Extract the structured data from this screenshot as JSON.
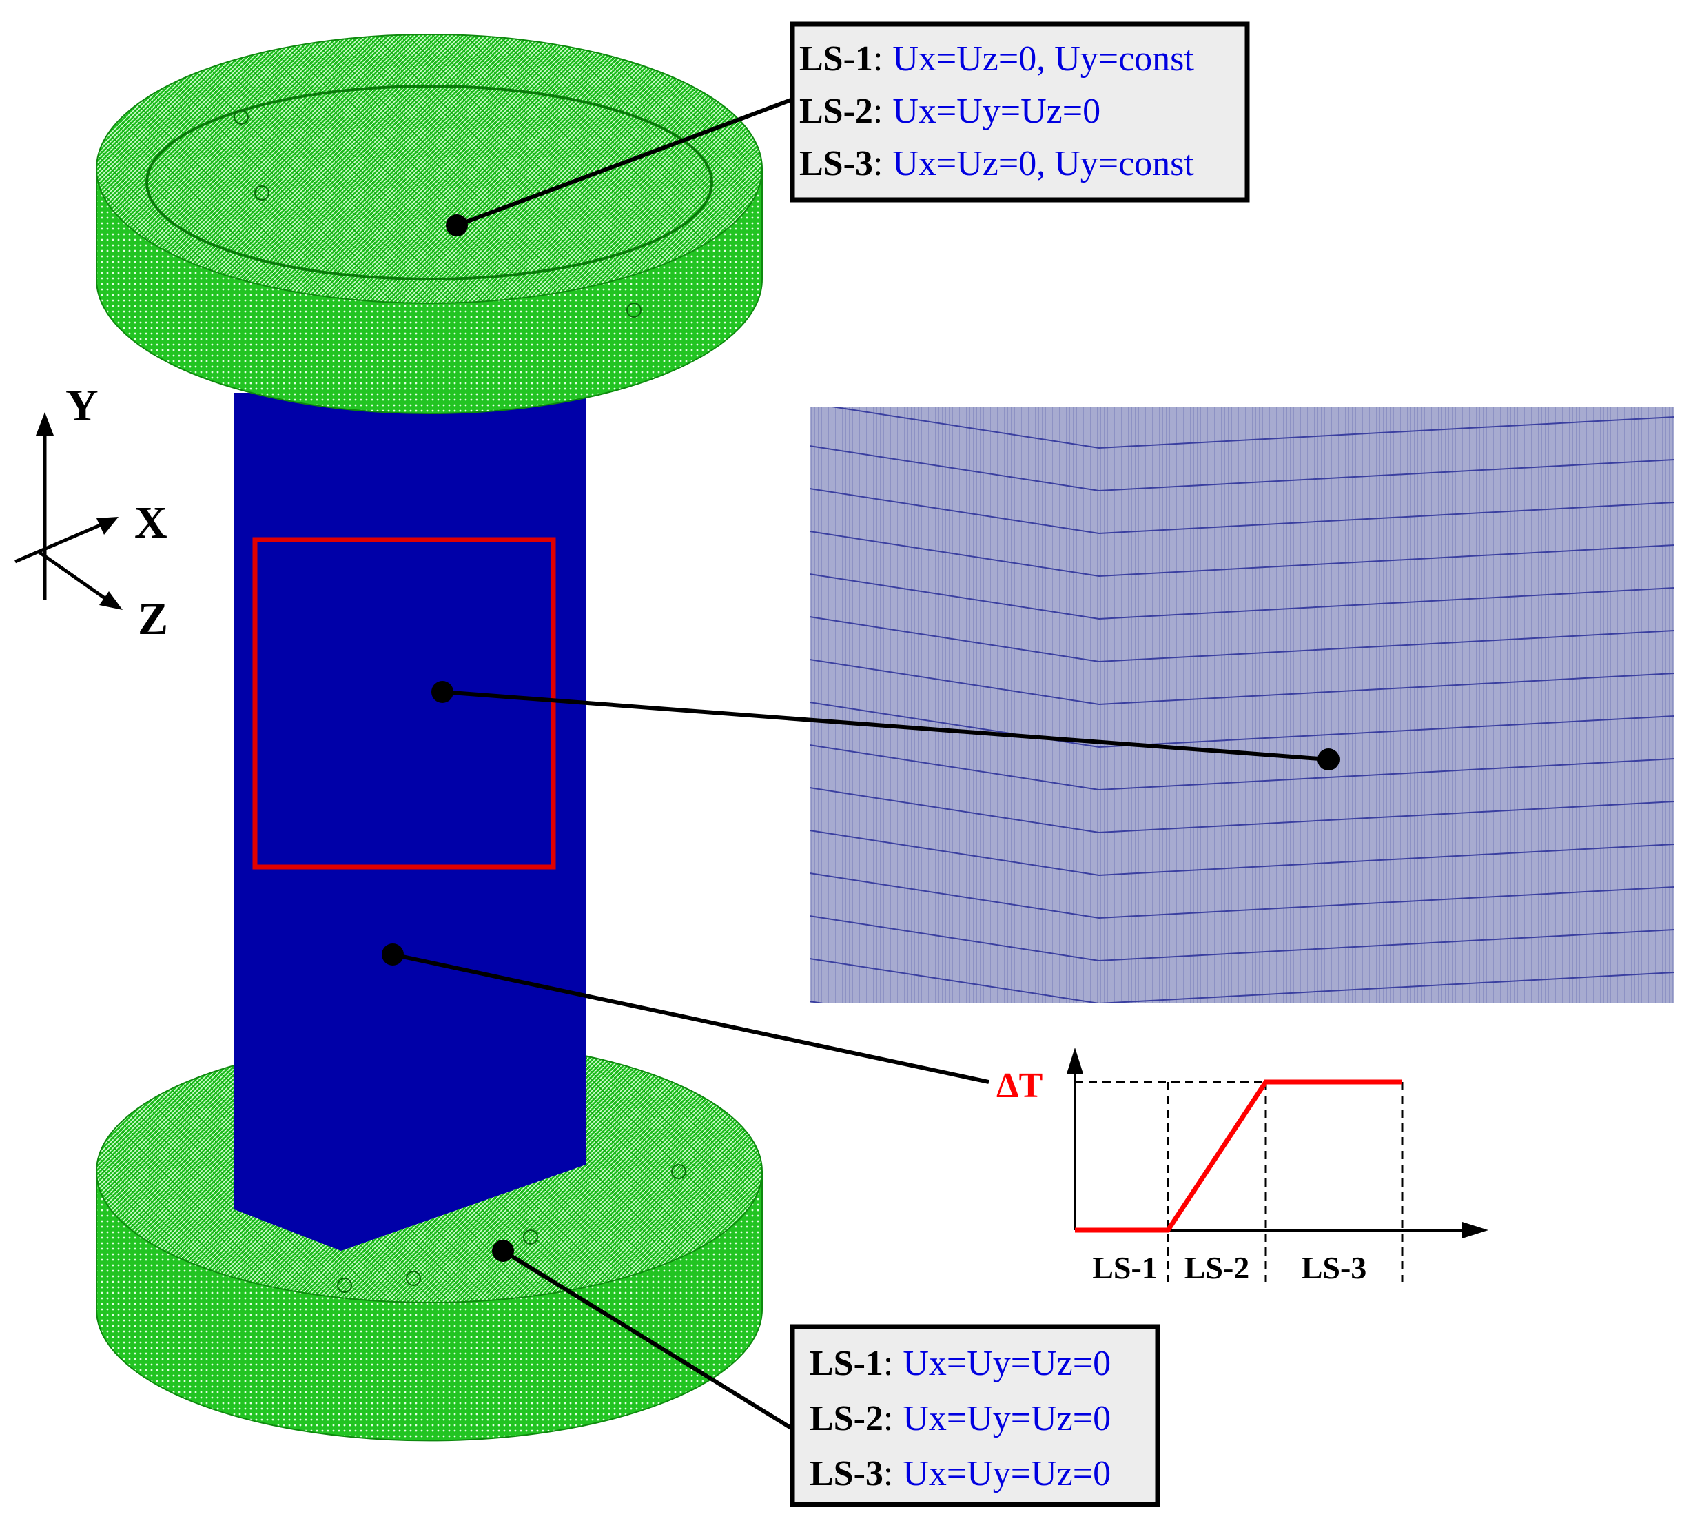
{
  "colors": {
    "specimen": "#0000a8",
    "fixture": "#22c822",
    "highlight_box": "#e00000",
    "boundary_values": "#0000e0",
    "mesh_panel": "#a4a8cc",
    "ramp": "#ff0000"
  },
  "top_boundary_conditions": [
    {
      "step": "LS-1",
      "sep": ":",
      "value": "Ux=Uz=0, Uy=const"
    },
    {
      "step": "LS-2",
      "sep": ":",
      "value": "Ux=Uy=Uz=0"
    },
    {
      "step": "LS-3",
      "sep": ":",
      "value": "Ux=Uz=0, Uy=const"
    }
  ],
  "bottom_boundary_conditions": [
    {
      "step": "LS-1",
      "sep": ":",
      "value": "Ux=Uy=Uz=0"
    },
    {
      "step": "LS-2",
      "sep": ":",
      "value": "Ux=Uy=Uz=0"
    },
    {
      "step": "LS-3",
      "sep": ":",
      "value": "Ux=Uy=Uz=0"
    }
  ],
  "axes": {
    "y": "Y",
    "x": "X",
    "z": "Z"
  },
  "temperature_profile": {
    "label": "ΔT",
    "steps": [
      "LS-1",
      "LS-2",
      "LS-3"
    ],
    "levels": [
      0,
      0,
      1,
      1
    ]
  },
  "icons": {
    "top_fixture": "green-mesh-disc-icon",
    "bottom_fixture": "green-mesh-disc-icon",
    "specimen": "blue-column-icon",
    "mesh_zoom": "chevron-mesh-icon"
  }
}
